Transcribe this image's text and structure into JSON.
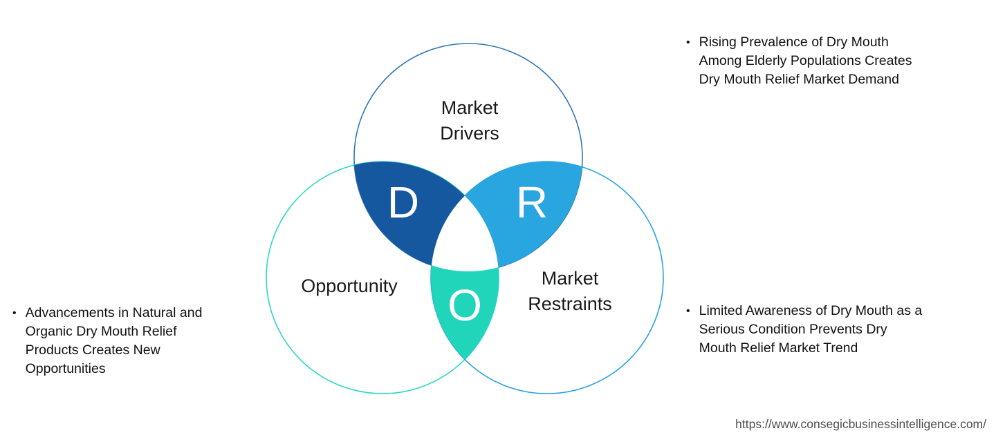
{
  "diagram": {
    "circles": {
      "drivers": {
        "label": "Market\nDrivers",
        "stroke": "#2e75b6"
      },
      "opportunity": {
        "label": "Opportunity",
        "stroke": "#2dd8c3"
      },
      "restraints": {
        "label": "Market\nRestraints",
        "stroke": "#29a3e0"
      }
    },
    "intersections": {
      "drivers_opportunity": {
        "letter": "D",
        "fill": "#1558a0"
      },
      "drivers_restraints": {
        "letter": "R",
        "fill": "#29a5e0"
      },
      "opportunity_restraints": {
        "letter": "O",
        "fill": "#20d5ba"
      }
    }
  },
  "annotations": {
    "drivers": {
      "bullet": "•",
      "text": "Rising Prevalence of Dry Mouth\nAmong Elderly Populations Creates\nDry Mouth Relief Market Demand"
    },
    "opportunity": {
      "bullet": "•",
      "text": "Advancements in Natural and\nOrganic Dry Mouth Relief\nProducts Creates New\nOpportunities"
    },
    "restraints": {
      "bullet": "•",
      "text": "Limited Awareness of Dry Mouth as a\nSerious Condition Prevents Dry\nMouth Relief Market Trend"
    }
  },
  "footer": {
    "source_url": "https://www.consegicbusinessintelligence.com/"
  }
}
